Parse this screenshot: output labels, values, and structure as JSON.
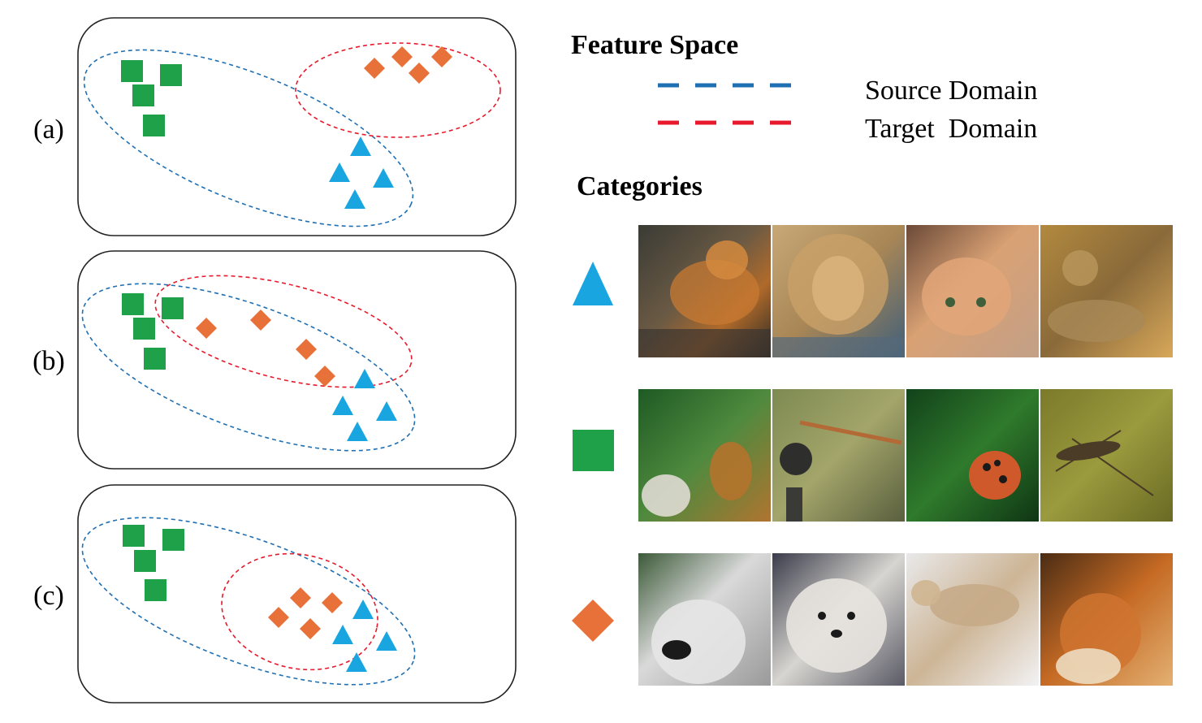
{
  "panels": [
    {
      "label": "(a)"
    },
    {
      "label": "(b)"
    },
    {
      "label": "(c)"
    }
  ],
  "legend": {
    "title": "Feature Space",
    "source_label": "Source Domain",
    "target_label": "Target  Domain",
    "source_color": "#1f6fb3",
    "target_color": "#e8192c"
  },
  "categories": {
    "title": "Categories",
    "rows": [
      {
        "marker": "triangle",
        "color": "#19a6e0",
        "photos": [
          "tiger-photo",
          "lion-photo",
          "kitten-photo",
          "leopard-photo"
        ]
      },
      {
        "marker": "square",
        "color": "#1fa14a",
        "photos": [
          "bee-photo",
          "dragonfly-photo",
          "ladybug-photo",
          "insect-photo"
        ]
      },
      {
        "marker": "diamond",
        "color": "#e8713a",
        "photos": [
          "husky-photo",
          "poodle-photo",
          "wolf-photo",
          "fox-photo"
        ]
      }
    ]
  },
  "colors": {
    "triangle": "#19a6e0",
    "square": "#1fa14a",
    "diamond": "#e8713a",
    "panel_border": "#222222"
  }
}
